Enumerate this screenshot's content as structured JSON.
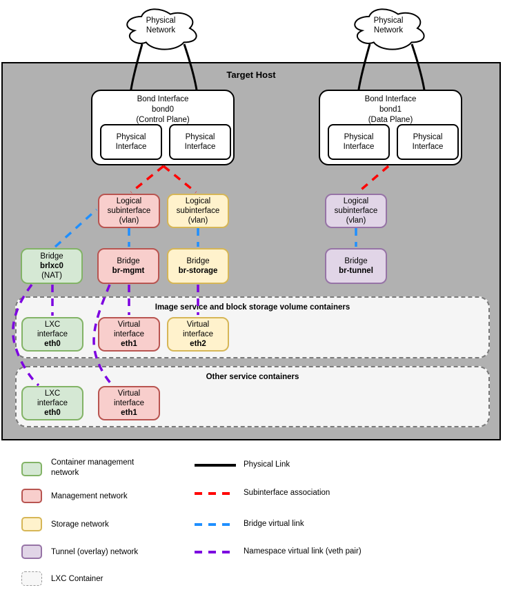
{
  "title": {
    "target_host": "Target Host"
  },
  "colors": {
    "host_bg": "#b1b1b1",
    "green_fill": "#d5e8d4",
    "green_stroke": "#82b366",
    "red_fill": "#f8cecc",
    "red_stroke": "#b85450",
    "yellow_fill": "#fff2cc",
    "yellow_stroke": "#d6b656",
    "purple_fill": "#e1d5e7",
    "purple_stroke": "#9673a6",
    "container_fill": "#f5f5f5",
    "link_physical": "#000000",
    "link_subinterface": "#ff0000",
    "link_bridge": "#1f8fff",
    "link_namespace": "#7c00e0"
  },
  "nodes": {
    "cloud_left": {
      "lines": [
        "Physical",
        "Network"
      ]
    },
    "cloud_right": {
      "lines": [
        "Physical",
        "Network"
      ]
    },
    "bond0": {
      "lines": [
        "Bond Interface",
        "bond0",
        "(Control Plane)"
      ]
    },
    "bond1": {
      "lines": [
        "Bond Interface",
        "bond1",
        "(Data Plane)"
      ]
    },
    "phys_iface": {
      "lines": [
        "Physical",
        "Interface"
      ]
    },
    "sub_mgmt": {
      "lines": [
        "Logical",
        "subinterface",
        "(vlan)"
      ]
    },
    "sub_storage": {
      "lines": [
        "Logical",
        "subinterface",
        "(vlan)"
      ]
    },
    "sub_tunnel": {
      "lines": [
        "Logical",
        "subinterface",
        "(vlan)"
      ]
    },
    "bridge_lxc": {
      "lines": [
        "Bridge",
        "brlxc0",
        "(NAT)"
      ]
    },
    "bridge_mgmt": {
      "lines": [
        "Bridge",
        "br-mgmt"
      ]
    },
    "bridge_storage": {
      "lines": [
        "Bridge",
        "br-storage"
      ]
    },
    "bridge_tunnel": {
      "lines": [
        "Bridge",
        "br-tunnel"
      ]
    }
  },
  "containers": {
    "image_storage": {
      "title": "Image service and block storage volume containers",
      "eth0": {
        "lines": [
          "LXC",
          "interface",
          "eth0"
        ]
      },
      "eth1": {
        "lines": [
          "Virtual",
          "interface",
          "eth1"
        ]
      },
      "eth2": {
        "lines": [
          "Virtual",
          "interface",
          "eth2"
        ]
      }
    },
    "other": {
      "title": "Other service containers",
      "eth0": {
        "lines": [
          "LXC",
          "interface",
          "eth0"
        ]
      },
      "eth1": {
        "lines": [
          "Virtual",
          "interface",
          "eth1"
        ]
      }
    }
  },
  "legend": {
    "swatches": [
      {
        "label": "Container management network",
        "color": "green"
      },
      {
        "label": "Management network",
        "color": "red"
      },
      {
        "label": "Storage network",
        "color": "yellow"
      },
      {
        "label": "Tunnel (overlay) network",
        "color": "purple"
      },
      {
        "label": "LXC Container",
        "color": "dashed"
      }
    ],
    "links": [
      {
        "label": "Physical Link",
        "style": "solid"
      },
      {
        "label": "Subinterface association",
        "style": "dashed-red"
      },
      {
        "label": "Bridge virtual link",
        "style": "dashed-blue"
      },
      {
        "label": "Namespace virtual link (veth pair)",
        "style": "dashed-purple"
      }
    ]
  }
}
